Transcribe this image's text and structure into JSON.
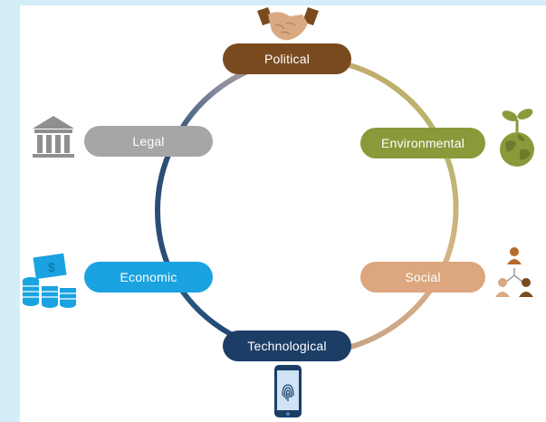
{
  "diagram": {
    "nodes": [
      {
        "id": "political",
        "label": "Political",
        "color": "#7a4a1f",
        "icon": "handshake-icon"
      },
      {
        "id": "environmental",
        "label": "Environmental",
        "color": "#8a9a3a",
        "icon": "globe-plant-icon"
      },
      {
        "id": "social",
        "label": "Social",
        "color": "#dca67e",
        "icon": "people-network-icon"
      },
      {
        "id": "technological",
        "label": "Technological",
        "color": "#1c3d66",
        "icon": "smartphone-fingerprint-icon"
      },
      {
        "id": "economic",
        "label": "Economic",
        "color": "#1aa3e0",
        "icon": "money-coins-icon"
      },
      {
        "id": "legal",
        "label": "Legal",
        "color": "#a6a6a6",
        "icon": "courthouse-icon"
      }
    ]
  }
}
